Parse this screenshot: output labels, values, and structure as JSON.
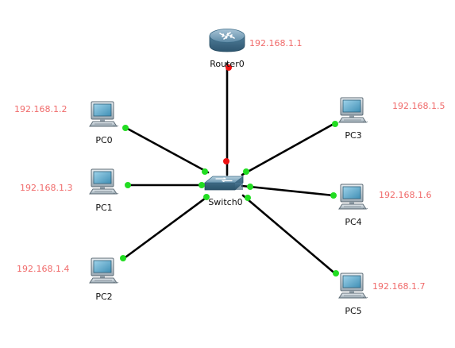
{
  "colors": {
    "link": "#000000",
    "port_up": "#22dd22",
    "port_down": "#ee1111",
    "ip_text": "#f06b6b"
  },
  "nodes": {
    "router": {
      "label": "Router0",
      "ip": "192.168.1.1",
      "icon": "router-icon"
    },
    "switch": {
      "label": "Switch0",
      "icon": "switch-icon"
    },
    "pc0": {
      "label": "PC0",
      "ip": "192.168.1.2",
      "icon": "pc-icon"
    },
    "pc1": {
      "label": "PC1",
      "ip": "192.168.1.3",
      "icon": "pc-icon"
    },
    "pc2": {
      "label": "PC2",
      "ip": "192.168.1.4",
      "icon": "pc-icon"
    },
    "pc3": {
      "label": "PC3",
      "ip": "192.168.1.5",
      "icon": "pc-icon"
    },
    "pc4": {
      "label": "PC4",
      "ip": "192.168.1.6",
      "icon": "pc-icon"
    },
    "pc5": {
      "label": "PC5",
      "ip": "192.168.1.7",
      "icon": "pc-icon"
    }
  },
  "links": [
    {
      "from": "router",
      "to": "switch",
      "status": "down"
    },
    {
      "from": "pc0",
      "to": "switch",
      "status": "up"
    },
    {
      "from": "pc1",
      "to": "switch",
      "status": "up"
    },
    {
      "from": "pc2",
      "to": "switch",
      "status": "up"
    },
    {
      "from": "pc3",
      "to": "switch",
      "status": "up"
    },
    {
      "from": "pc4",
      "to": "switch",
      "status": "up"
    },
    {
      "from": "pc5",
      "to": "switch",
      "status": "up"
    }
  ]
}
